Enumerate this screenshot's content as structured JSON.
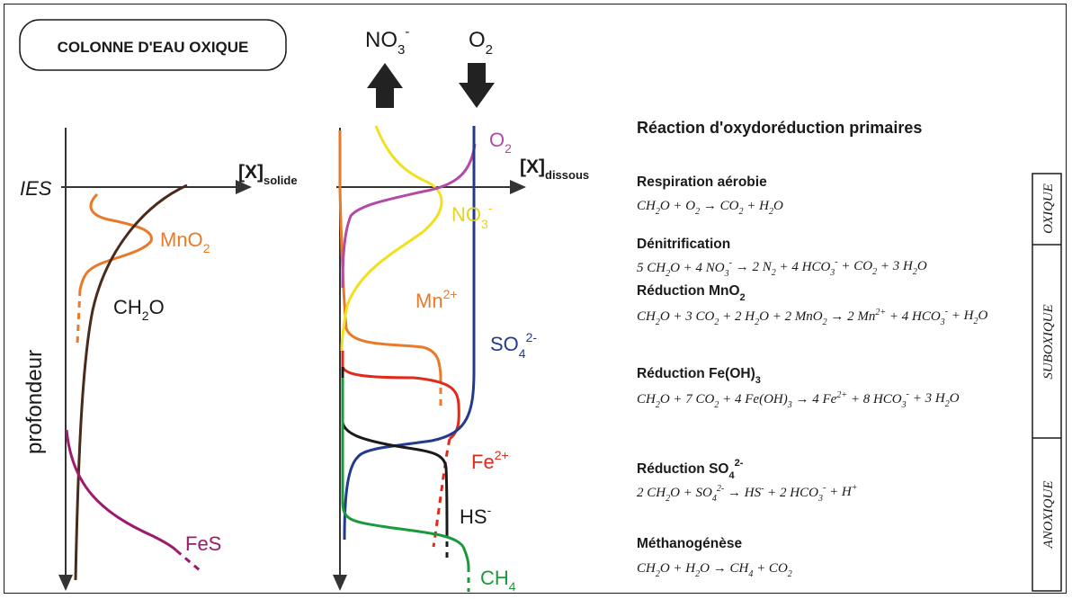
{
  "box_title": "COLONNE D'EAU OXIQUE",
  "left_axis": {
    "interface": "IES",
    "depth": "profondeur",
    "x_main": "[X]",
    "x_sub": "solide"
  },
  "right_axis": {
    "x_main": "[X]",
    "x_sub": "dissous"
  },
  "top": {
    "no3": {
      "main": "NO",
      "sub": "3",
      "sup": "-"
    },
    "o2": {
      "main": "O",
      "sub": "2"
    }
  },
  "solid_species": {
    "mno2": {
      "main": "MnO",
      "sub": "2",
      "color": "#e87a2a"
    },
    "ch2o": {
      "main": "CH",
      "sub": "2",
      "tail": "O",
      "color": "#4a2a1a"
    },
    "fes": {
      "main": "FeS",
      "color": "#9b1b6e"
    }
  },
  "dissolved_species": {
    "o2": {
      "main": "O",
      "sub": "2",
      "color": "#b24aa6"
    },
    "no3": {
      "main": "NO",
      "sub": "3",
      "sup": "-",
      "color": "#f0e020"
    },
    "mn": {
      "main": "Mn",
      "sup": "2+",
      "color": "#e87a2a"
    },
    "so4": {
      "main": "SO",
      "sub": "4",
      "sup": "2-",
      "color": "#233a8f"
    },
    "fe": {
      "main": "Fe",
      "sup": "2+",
      "color": "#e02a1a"
    },
    "hs": {
      "main": "HS",
      "sup": "-",
      "color": "#1a1a1a"
    },
    "ch4": {
      "main": "CH",
      "sub": "4",
      "color": "#1a9a3a"
    }
  },
  "reactions": {
    "title": "Réaction d'oxydoréduction primaires",
    "r1": {
      "name": "Respiration aérobie",
      "eq": [
        "CH",
        "2",
        "O + O",
        "2",
        " → CO",
        "2",
        " + H",
        "2",
        "O"
      ]
    },
    "r2": {
      "name": "Dénitrification",
      "eq": [
        "5 CH",
        "2",
        "O + 4 NO",
        "3",
        "- → 2 N",
        "2",
        " + 4 HCO",
        "3",
        "- + CO",
        "2",
        " + 3 H",
        "2",
        "O"
      ]
    },
    "r3": {
      "name_main": "Réduction MnO",
      "name_sub": "2",
      "eq": [
        "CH",
        "2",
        "O + 3 CO",
        "2",
        " + 2 H",
        "2",
        "O + 2 MnO",
        "2",
        " → 2 Mn",
        "2+",
        " + 4 HCO",
        "3",
        "- + H",
        "2",
        "O"
      ]
    },
    "r4": {
      "name_main": "Réduction Fe(OH)",
      "name_sub": "3",
      "eq": [
        "CH",
        "2",
        "O + 7 CO",
        "2",
        " + 4 Fe(OH)",
        "3",
        " → 4 Fe",
        "2+",
        " + 8 HCO",
        "3",
        "- + 3 H",
        "2",
        "O"
      ]
    },
    "r5": {
      "name_main": "Réduction SO",
      "name_sub": "4",
      "name_sup": "2-",
      "eq": [
        "2 CH",
        "2",
        "O + SO",
        "4",
        "2-",
        " → HS",
        "-",
        " + 2 HCO",
        "3",
        "- + H",
        "+"
      ]
    },
    "r6": {
      "name": "Méthanogénèse",
      "eq": [
        "CH",
        "2",
        "O + H",
        "2",
        "O → CH",
        "4",
        " + CO",
        "2"
      ]
    }
  },
  "zones": {
    "oxique": "OXIQUE",
    "suboxique": "SUBOXIQUE",
    "anoxique": "ANOXIQUE"
  }
}
